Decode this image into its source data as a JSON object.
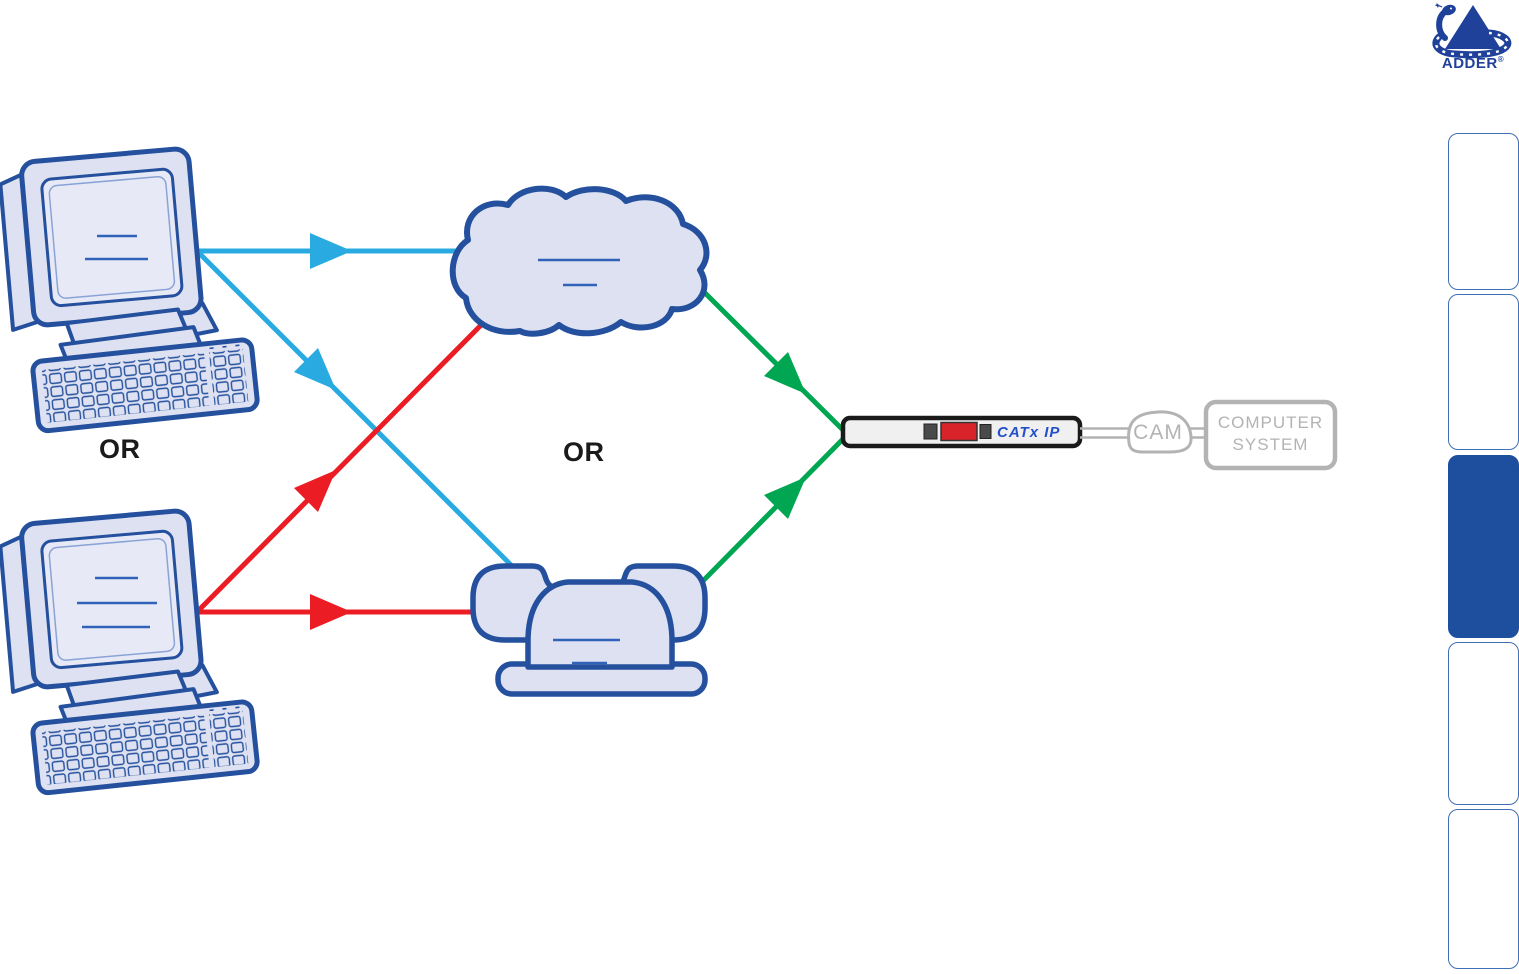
{
  "logo": {
    "brand": "ADDER",
    "registered": "®",
    "icon": "adder-snake-pyramid-logo"
  },
  "diagram": {
    "or_left": "OR",
    "or_middle": "OR",
    "nodes": {
      "computer_top": {
        "icon": "desktop-computer-icon"
      },
      "computer_bottom": {
        "icon": "desktop-computer-icon"
      },
      "network_cloud": {
        "icon": "network-cloud-icon"
      },
      "telephone": {
        "icon": "telephone-icon"
      },
      "extender_unit": {
        "label": "CATx IP"
      },
      "cam_adapter": {
        "label": "CAM"
      },
      "computer_system": {
        "line1": "COMPUTER",
        "line2": "SYSTEM"
      }
    },
    "links": [
      {
        "from": "computer-top",
        "to": "network-cloud",
        "color_name": "cyan"
      },
      {
        "from": "computer-top",
        "to": "telephone",
        "color_name": "cyan"
      },
      {
        "from": "computer-bottom",
        "to": "network-cloud",
        "color_name": "red"
      },
      {
        "from": "computer-bottom",
        "to": "telephone",
        "color_name": "red"
      },
      {
        "from": "network-cloud",
        "to": "extender-unit",
        "color_name": "green"
      },
      {
        "from": "telephone",
        "to": "extender-unit",
        "color_name": "green"
      },
      {
        "from": "extender-unit",
        "to": "cam-adapter",
        "color_name": "gray"
      },
      {
        "from": "cam-adapter",
        "to": "computer-system",
        "color_name": "gray"
      }
    ]
  },
  "sidebar": {
    "tabs": [
      {
        "active": false
      },
      {
        "active": false
      },
      {
        "active": true
      },
      {
        "active": false
      },
      {
        "active": false
      }
    ]
  },
  "colors": {
    "outline": "#24509e",
    "node-fill": "#dde1f1",
    "screen-fill": "#e7eaf6",
    "inner-line": "#2f62b8",
    "cyan": "#29abe2",
    "red": "#ec1c24",
    "green": "#00a651",
    "gray": "#b3b3b3",
    "device-text": "#2350c8",
    "device-border": "#1a1a1a",
    "device-fill": "#f0f0f0",
    "led-red": "#d8232a",
    "led-dark": "#4a4a4a",
    "active-tab": "#1e4f9e",
    "tab-border": "#3f6fb5",
    "logo-blue": "#20419a",
    "or-text": "#1a1a1a"
  }
}
